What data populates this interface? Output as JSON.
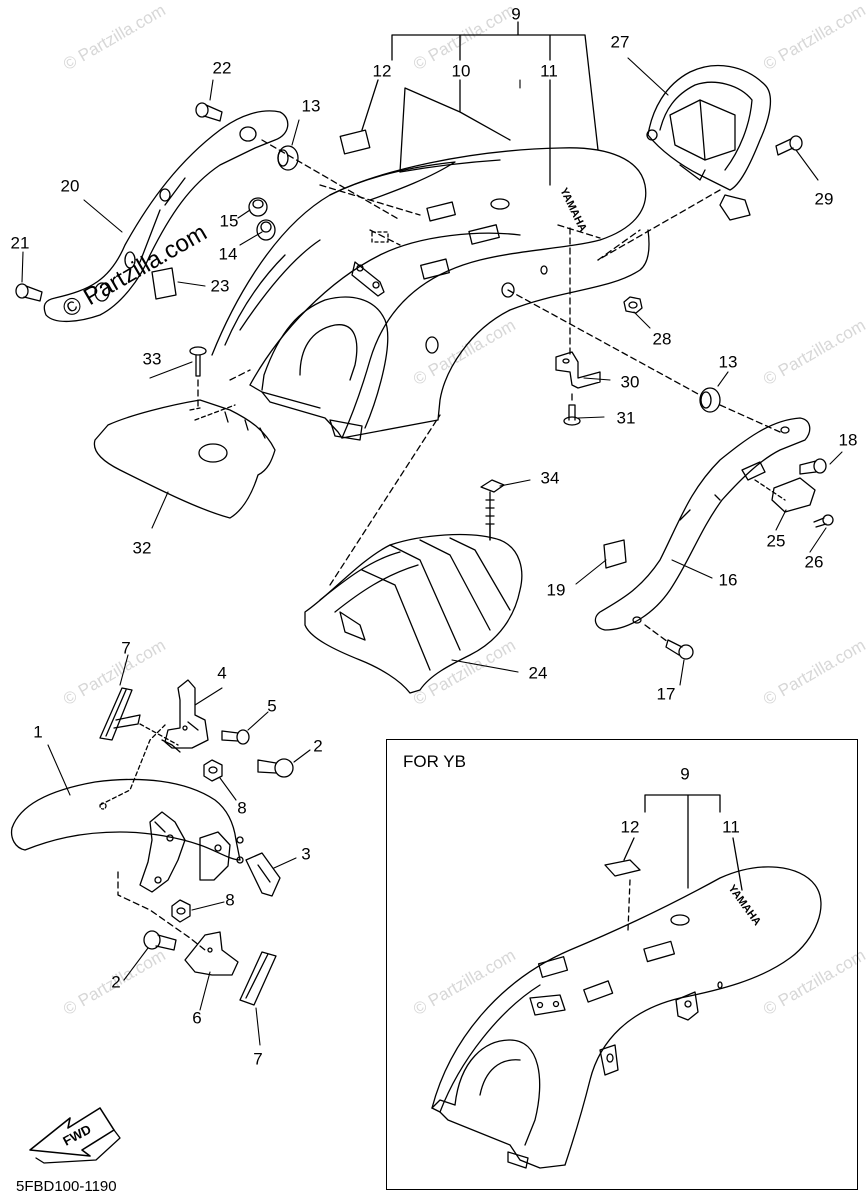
{
  "watermark": "© Partzilla.com",
  "brand_watermark": "© Partzilla.com",
  "diagram_code": "5FBD100-1190",
  "inset_title": "FOR YB",
  "fwd_label": "FWD",
  "fender_print": "YAMAHA",
  "callouts": {
    "c1": "1",
    "c2a": "2",
    "c2b": "2",
    "c3": "3",
    "c4": "4",
    "c5": "5",
    "c6": "6",
    "c7a": "7",
    "c7b": "7",
    "c8a": "8",
    "c8b": "8",
    "c9": "9",
    "c10": "10",
    "c11": "11",
    "c12": "12",
    "c13a": "13",
    "c13b": "13",
    "c14": "14",
    "c15": "15",
    "c16": "16",
    "c17": "17",
    "c18": "18",
    "c19": "19",
    "c20": "20",
    "c21": "21",
    "c22": "22",
    "c23": "23",
    "c24": "24",
    "c25": "25",
    "c26": "26",
    "c27": "27",
    "c28": "28",
    "c29": "29",
    "c30": "30",
    "c31": "31",
    "c32": "32",
    "c33": "33",
    "c34": "34",
    "i9": "9",
    "i11": "11",
    "i12": "12"
  }
}
